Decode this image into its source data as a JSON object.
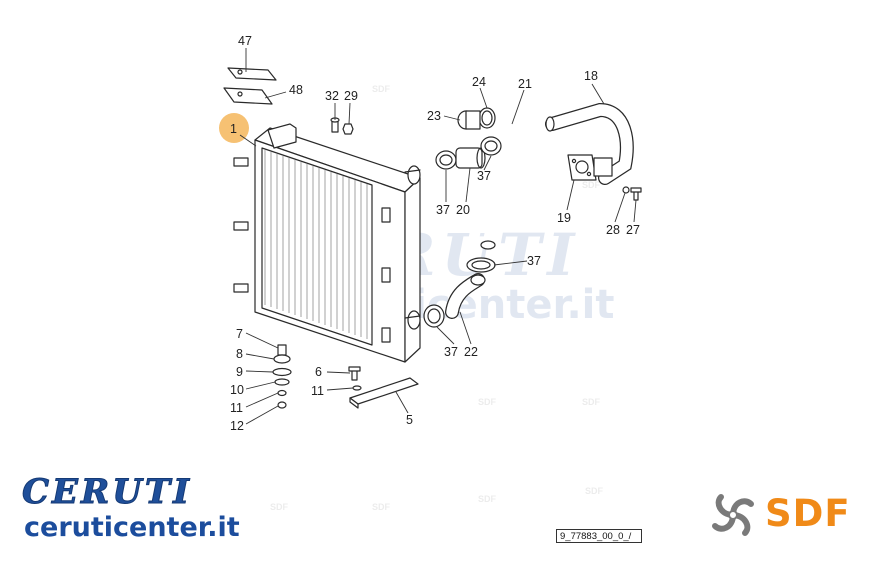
{
  "diagram": {
    "callouts": {
      "c1": "1",
      "c47": "47",
      "c48": "48",
      "c32": "32",
      "c29": "29",
      "c24": "24",
      "c21": "21",
      "c18": "18",
      "c23": "23",
      "c37a": "37",
      "c20": "20",
      "c37b": "37",
      "c19": "19",
      "c28": "28",
      "c27": "27",
      "c37c": "37",
      "c37d": "37",
      "c22": "22",
      "c7": "7",
      "c8": "8",
      "c9": "9",
      "c10": "10",
      "c11a": "11",
      "c12": "12",
      "c6": "6",
      "c11b": "11",
      "c5": "5"
    },
    "highlight_color": "#f5b65a"
  },
  "watermark": {
    "name": "CERUTI",
    "site": "ceruticenter.it",
    "small_tag": "SDF"
  },
  "branding": {
    "company_name": "CERUTI",
    "website": "ceruticenter.it",
    "company_color": "#1f4f9a",
    "sdf_label": "SDF",
    "sdf_color": "#f08a18",
    "sdf_icon": "sdf-swirl-icon"
  },
  "reference_code": "9_77883_00_0_/"
}
